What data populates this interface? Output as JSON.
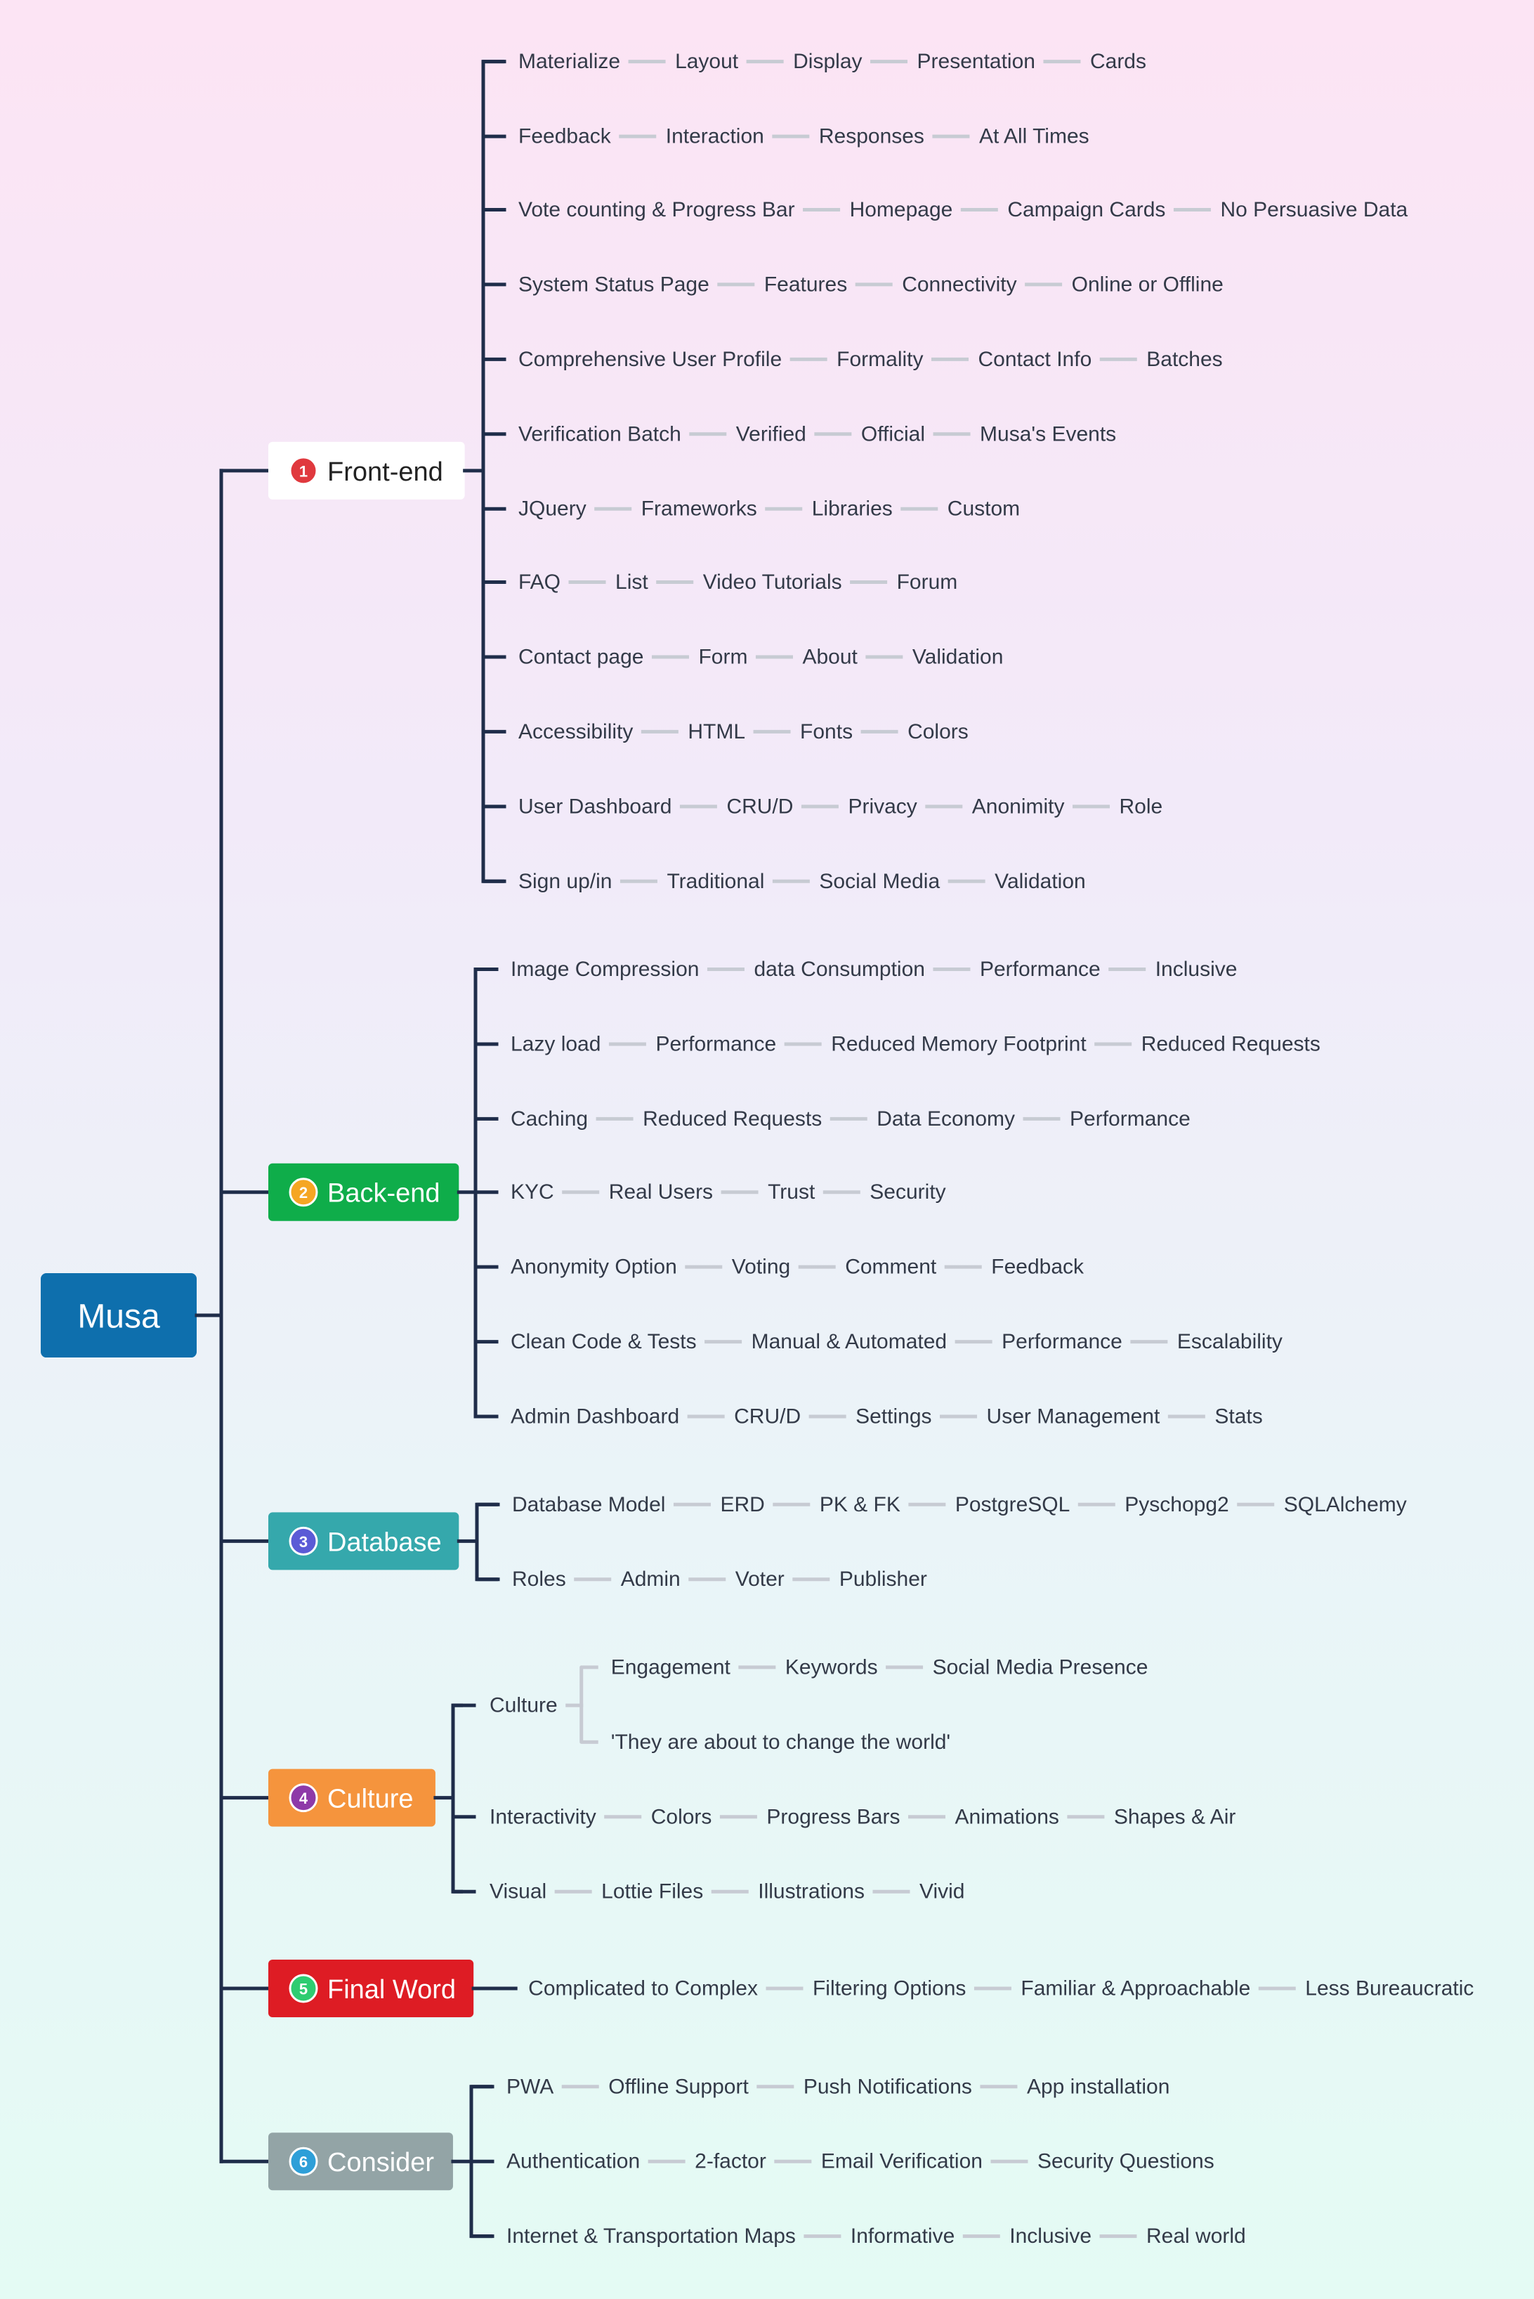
{
  "root": {
    "label": "Musa",
    "color": "#0e6fad"
  },
  "colors": {
    "trunk": "#1f2d4a",
    "connector": "#c7cbd3",
    "text": "#333a48"
  },
  "branches": [
    {
      "num": "1",
      "label": "Front-end",
      "bg": "#ffffff",
      "text_color": "#222222",
      "num_color": "#e0393e",
      "rows": [
        [
          "Materialize",
          "Layout",
          "Display",
          "Presentation",
          "Cards"
        ],
        [
          "Feedback",
          "Interaction",
          "Responses",
          "At All Times"
        ],
        [
          "Vote counting & Progress Bar",
          "Homepage",
          "Campaign Cards",
          "No Persuasive Data"
        ],
        [
          "System Status Page",
          "Features",
          "Connectivity",
          "Online or Offline"
        ],
        [
          "Comprehensive User Profile",
          "Formality",
          "Contact Info",
          "Batches"
        ],
        [
          "Verification Batch",
          "Verified",
          "Official",
          "Musa's Events"
        ],
        [
          "JQuery",
          "Frameworks",
          "Libraries",
          "Custom"
        ],
        [
          "FAQ",
          "List",
          "Video Tutorials",
          "Forum"
        ],
        [
          "Contact page",
          "Form",
          "About",
          "Validation"
        ],
        [
          "Accessibility",
          "HTML",
          "Fonts",
          "Colors"
        ],
        [
          "User Dashboard",
          "CRU/D",
          "Privacy",
          "Anonimity",
          "Role"
        ],
        [
          "Sign up/in",
          "Traditional",
          "Social Media",
          "Validation"
        ]
      ]
    },
    {
      "num": "2",
      "label": "Back-end",
      "bg": "#0fad4a",
      "text_color": "#ffffff",
      "num_color": "#f5a623",
      "rows": [
        [
          "Image Compression",
          "data Consumption",
          "Performance",
          "Inclusive"
        ],
        [
          "Lazy load",
          "Performance",
          "Reduced Memory Footprint",
          "Reduced Requests"
        ],
        [
          "Caching",
          "Reduced Requests",
          "Data Economy",
          "Performance"
        ],
        [
          "KYC",
          "Real Users",
          "Trust",
          "Security"
        ],
        [
          "Anonymity Option",
          "Voting",
          "Comment",
          "Feedback"
        ],
        [
          "Clean Code & Tests",
          "Manual & Automated",
          "Performance",
          "Escalability"
        ],
        [
          "Admin Dashboard",
          "CRU/D",
          "Settings",
          "User Management",
          "Stats"
        ]
      ]
    },
    {
      "num": "3",
      "label": "Database",
      "bg": "#35a8ac",
      "text_color": "#ffffff",
      "num_color": "#5b5bd6",
      "rows": [
        [
          "Database Model",
          "ERD",
          "PK & FK",
          "PostgreSQL",
          "Pyschopg2",
          "SQLAlchemy"
        ],
        [
          "Roles",
          "Admin",
          "Voter",
          "Publisher"
        ]
      ]
    },
    {
      "num": "4",
      "label": "Culture",
      "bg": "#f5943d",
      "text_color": "#ffffff",
      "num_color": "#8e3aa8",
      "culture_node": "Culture",
      "sub_rows": [
        [
          "Engagement",
          "Keywords",
          "Social Media Presence"
        ],
        [
          "'They are about to change the world'"
        ]
      ],
      "rows": [
        [
          "Interactivity",
          "Colors",
          "Progress Bars",
          "Animations",
          "Shapes & Air"
        ],
        [
          "Visual",
          "Lottie Files",
          "Illustrations",
          "Vivid"
        ]
      ]
    },
    {
      "num": "5",
      "label": "Final Word",
      "bg": "#de1c24",
      "text_color": "#ffffff",
      "num_color": "#2ecc71",
      "rows": [
        [
          "Complicated to Complex",
          "Filtering Options",
          "Familiar & Approachable",
          "Less Bureaucratic"
        ]
      ]
    },
    {
      "num": "6",
      "label": "Consider",
      "bg": "#93a4a6",
      "text_color": "#ffffff",
      "num_color": "#2e9fd8",
      "rows": [
        [
          "PWA",
          "Offline Support",
          "Push Notifications",
          "App installation"
        ],
        [
          "Authentication",
          "2-factor",
          "Email Verification",
          "Security Questions"
        ],
        [
          "Internet & Transportation Maps",
          "Informative",
          "Inclusive",
          "Real world"
        ]
      ]
    }
  ]
}
